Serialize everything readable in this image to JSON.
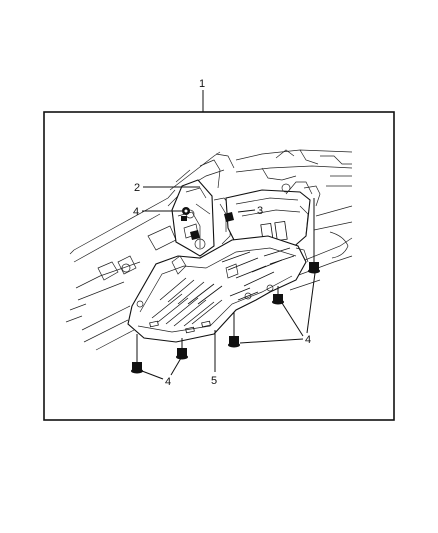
{
  "callouts": {
    "assembly": "1",
    "bracket": "2",
    "shield_upper": "3",
    "bolt": "4",
    "skid_plate": "5"
  }
}
